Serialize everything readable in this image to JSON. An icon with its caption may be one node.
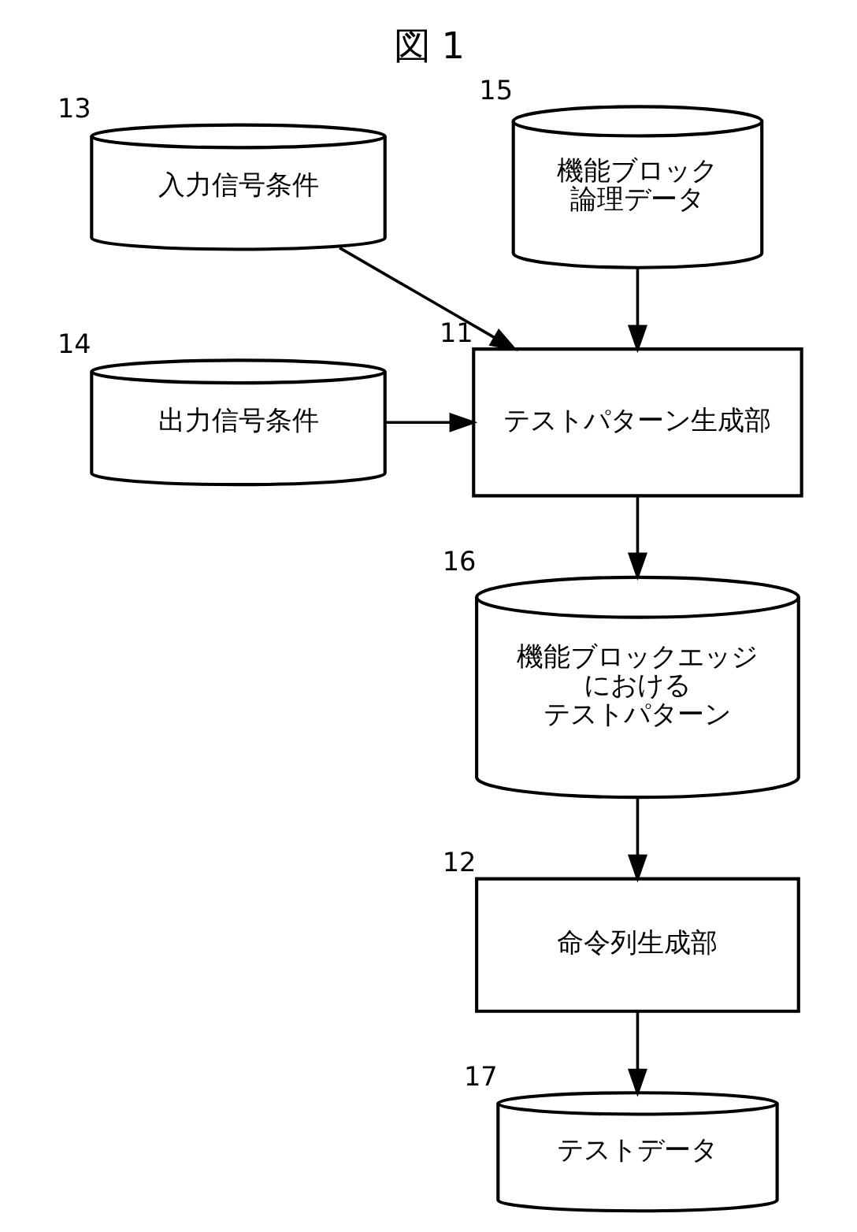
{
  "diagram": {
    "title": "図 1",
    "nodes": [
      {
        "text": [
          "機能ブロック論理データ"
        ],
        "beside": [
          "15"
        ]
      },
      {
        "text": [
          "入力信号条件"
        ],
        "beside": [
          "13"
        ]
      },
      {
        "text": [
          "出力信号条件"
        ],
        "beside": [
          "14"
        ]
      },
      {
        "text": [
          "テストパターン生成部"
        ],
        "beside": [
          "11"
        ]
      },
      {
        "text": [
          "機能ブロックエッジにおけるテストパターン"
        ],
        "beside": [
          "16"
        ]
      },
      {
        "text": [
          "命令列生成部"
        ],
        "beside": [
          "12"
        ]
      },
      {
        "text": [
          "テストデータ"
        ],
        "beside": [
          "17"
        ]
      }
    ],
    "edges": [
      {
        "from": 0,
        "to": 3,
        "arrow": "to"
      },
      {
        "from": 1,
        "to": 3,
        "arrow": "to"
      },
      {
        "from": 2,
        "to": 3,
        "arrow": "to"
      },
      {
        "from": 3,
        "to": 4,
        "arrow": "to"
      },
      {
        "from": 4,
        "to": 5,
        "arrow": "to"
      },
      {
        "from": 5,
        "to": 6,
        "arrow": "to"
      }
    ]
  }
}
